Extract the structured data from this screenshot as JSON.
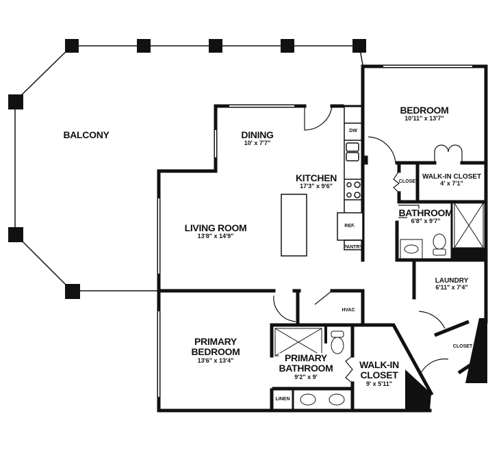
{
  "rooms": {
    "balcony": {
      "name": "BALCONY"
    },
    "dining": {
      "name": "DINING",
      "dim": "10' x 7'7\""
    },
    "kitchen": {
      "name": "KITCHEN",
      "dim": "17'3\" x 9'6\""
    },
    "living_room": {
      "name": "LIVING ROOM",
      "dim": "13'8\" x 14'9\""
    },
    "bedroom": {
      "name": "BEDROOM",
      "dim": "10'11\" x 13'7\""
    },
    "walk_in_closet": {
      "name": "WALK-IN CLOSET",
      "dim": "4' x 7'1\""
    },
    "bathroom": {
      "name": "BATHROOM",
      "dim": "6'8\" x 9'7\""
    },
    "laundry": {
      "name": "LAUNDRY",
      "dim": "6'11\" x 7'4\""
    },
    "primary_bedroom": {
      "name1": "PRIMARY",
      "name2": "BEDROOM",
      "dim": "13'6\" x 13'4\""
    },
    "primary_bathroom": {
      "name1": "PRIMARY",
      "name2": "BATHROOM",
      "dim": "9'2\" x 9'"
    },
    "primary_closet": {
      "name1": "WALK-IN",
      "name2": "CLOSET",
      "dim": "9' x 5'11\""
    }
  },
  "fixtures": {
    "dw": "DW",
    "ref": "REF.",
    "pantry": "PANTRY",
    "closet_hall": "CLOSET",
    "closet_laundry": "CLOSET",
    "hvac": "HVAC",
    "linen": "LINEN"
  }
}
